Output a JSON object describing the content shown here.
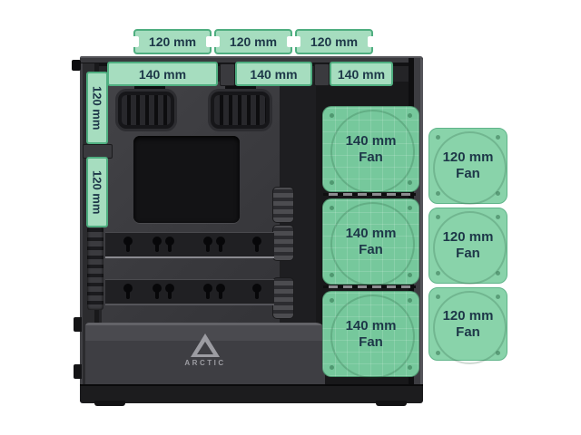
{
  "brand": {
    "name": "ARCTIC"
  },
  "colors": {
    "background": "#ffffff",
    "annotation_green": "#76c89c",
    "annotation_green_light": "#a6ddbf",
    "annotation_green_external": "#89d3aa",
    "annotation_border": "#4fae80",
    "annotation_text": "#1d3748",
    "case_dark": "#242427",
    "logo_gray": "#9c9ca2"
  },
  "labels": {
    "top_row": [
      {
        "text": "120 mm"
      },
      {
        "text": "120 mm"
      },
      {
        "text": "120 mm"
      }
    ],
    "second_row": [
      {
        "text": "140 mm"
      },
      {
        "text": "140 mm"
      },
      {
        "text": "140 mm"
      }
    ],
    "front_column": [
      {
        "text": "120 mm"
      },
      {
        "text": "120 mm"
      }
    ]
  },
  "fans": {
    "internal": [
      {
        "size": "140 mm",
        "type": "Fan"
      },
      {
        "size": "140 mm",
        "type": "Fan"
      },
      {
        "size": "140 mm",
        "type": "Fan"
      }
    ],
    "external": [
      {
        "size": "120 mm",
        "type": "Fan"
      },
      {
        "size": "120 mm",
        "type": "Fan"
      },
      {
        "size": "120 mm",
        "type": "Fan"
      }
    ]
  }
}
